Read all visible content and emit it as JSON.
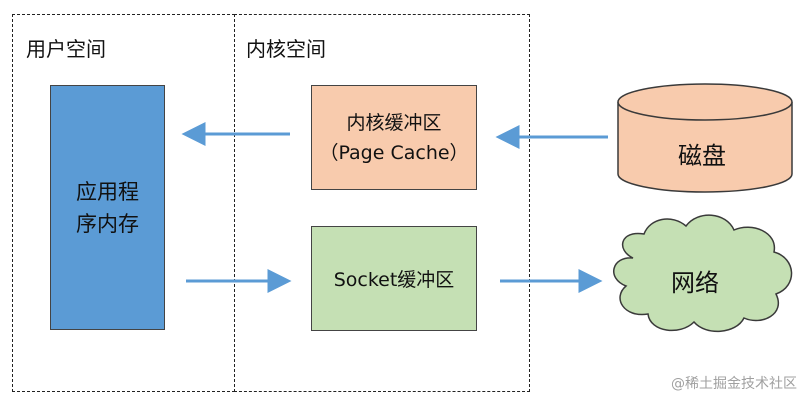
{
  "regions": {
    "user_space": "用户空间",
    "kernel_space": "内核空间"
  },
  "nodes": {
    "app_memory": {
      "line1": "应用程",
      "line2": "序内存"
    },
    "page_cache": {
      "line1": "内核缓冲区",
      "line2": "（Page Cache）"
    },
    "socket_buffer": "Socket缓冲区",
    "disk": "磁盘",
    "network": "网络"
  },
  "edges": [
    {
      "from": "disk",
      "to": "page_cache"
    },
    {
      "from": "page_cache",
      "to": "app_memory"
    },
    {
      "from": "app_memory",
      "to": "socket_buffer"
    },
    {
      "from": "socket_buffer",
      "to": "network"
    }
  ],
  "colors": {
    "app_memory": "#5b9bd5",
    "page_cache": "#f8cbad",
    "socket_buffer": "#c5e0b4",
    "disk": "#f8cbad",
    "network": "#c5e0b4",
    "arrow": "#5b9bd5"
  },
  "watermark": "@稀土掘金技术社区"
}
